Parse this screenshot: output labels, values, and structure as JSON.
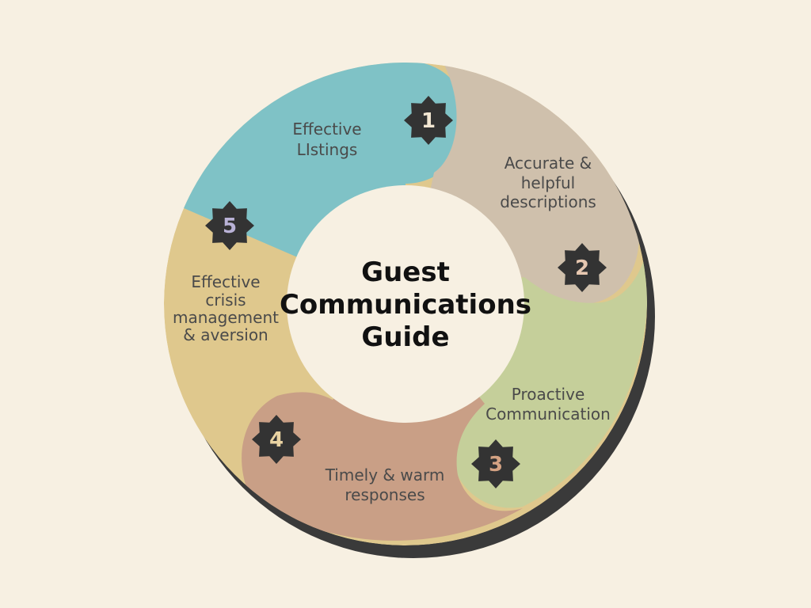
{
  "title_lines": [
    "Guest",
    "Communications",
    "Guide"
  ],
  "segments": [
    {
      "number": "1",
      "label_lines": [
        "Effective",
        "LIstings"
      ],
      "fill": "#7fc2c6",
      "number_color": "#f2e6d2"
    },
    {
      "number": "2",
      "label_lines": [
        "Accurate &",
        "helpful",
        "descriptions"
      ],
      "fill": "#cfc0ac",
      "number_color": "#e6c7b0"
    },
    {
      "number": "3",
      "label_lines": [
        "Proactive",
        "Communication"
      ],
      "fill": "#c5cf9a",
      "number_color": "#d4a283"
    },
    {
      "number": "4",
      "label_lines": [
        "Timely & warm",
        "responses"
      ],
      "fill": "#c99f86",
      "number_color": "#e9d3a2"
    },
    {
      "number": "5",
      "label_lines": [
        "Effective",
        "crisis",
        "management",
        "& aversion"
      ],
      "fill": "#dfc88d",
      "number_color": "#b9b2d6"
    }
  ],
  "colors": {
    "background": "#f7f0e2",
    "ring_shadow": "#3a3a3a",
    "inner_circle": "#f7f0e2",
    "badge": "#333333",
    "title": "#111111",
    "label": "#4a4a4a"
  }
}
